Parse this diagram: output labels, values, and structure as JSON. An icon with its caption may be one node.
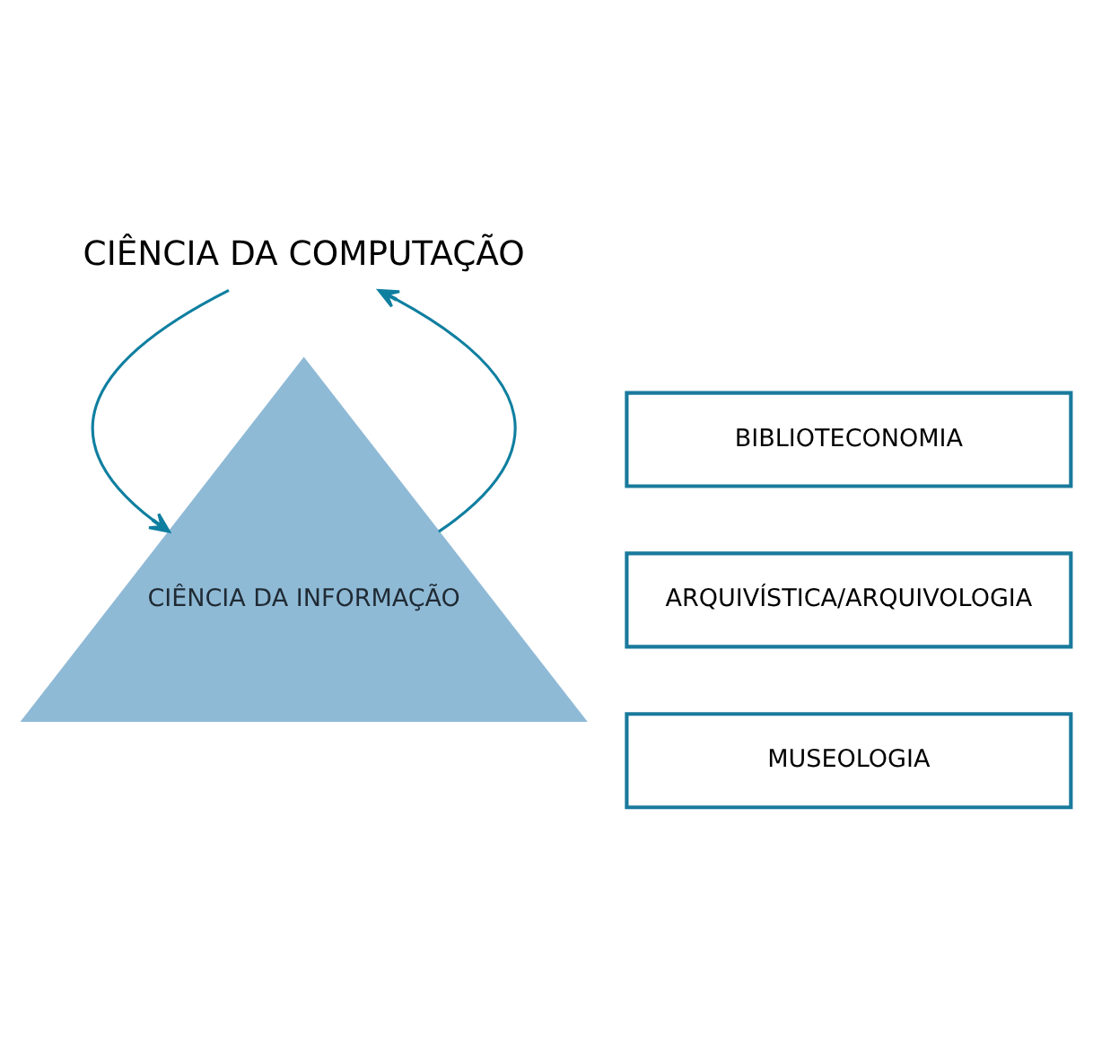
{
  "diagram": {
    "nodes": [
      {
        "text": [
          "CIÊNCIA DA INFORMAÇÃO"
        ]
      },
      {
        "text": [
          "BIBLIOTECONOMIA"
        ]
      },
      {
        "text": [
          "ARQUIVÍSTICA/ARQUIVOLOGIA"
        ]
      },
      {
        "text": [
          "MUSEOLOGIA"
        ]
      },
      {
        "text": [
          "CIÊNCIA DA COMPUTAÇÃO"
        ]
      }
    ],
    "edges": [
      {
        "from": 0,
        "to": 4,
        "arrow": "to"
      },
      {
        "from": 4,
        "to": 0,
        "arrow": "to"
      }
    ]
  }
}
